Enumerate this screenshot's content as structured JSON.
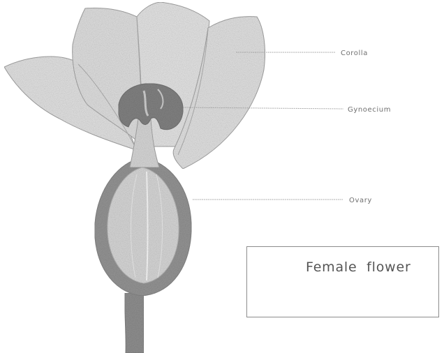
{
  "labels": {
    "corolla": "Corolla",
    "gynoecium": "Gynoecium",
    "ovary": "Ovary"
  },
  "caption": {
    "title": "Female  flower"
  },
  "colors": {
    "petal_fill": "#d9d9d9",
    "petal_stroke": "#9d9d9d",
    "ovary_wall": "#8f8f8f",
    "ovary_inner": "#cfcfcf",
    "stigma": "#7d7d7d",
    "stalk": "#8a8a8a"
  }
}
